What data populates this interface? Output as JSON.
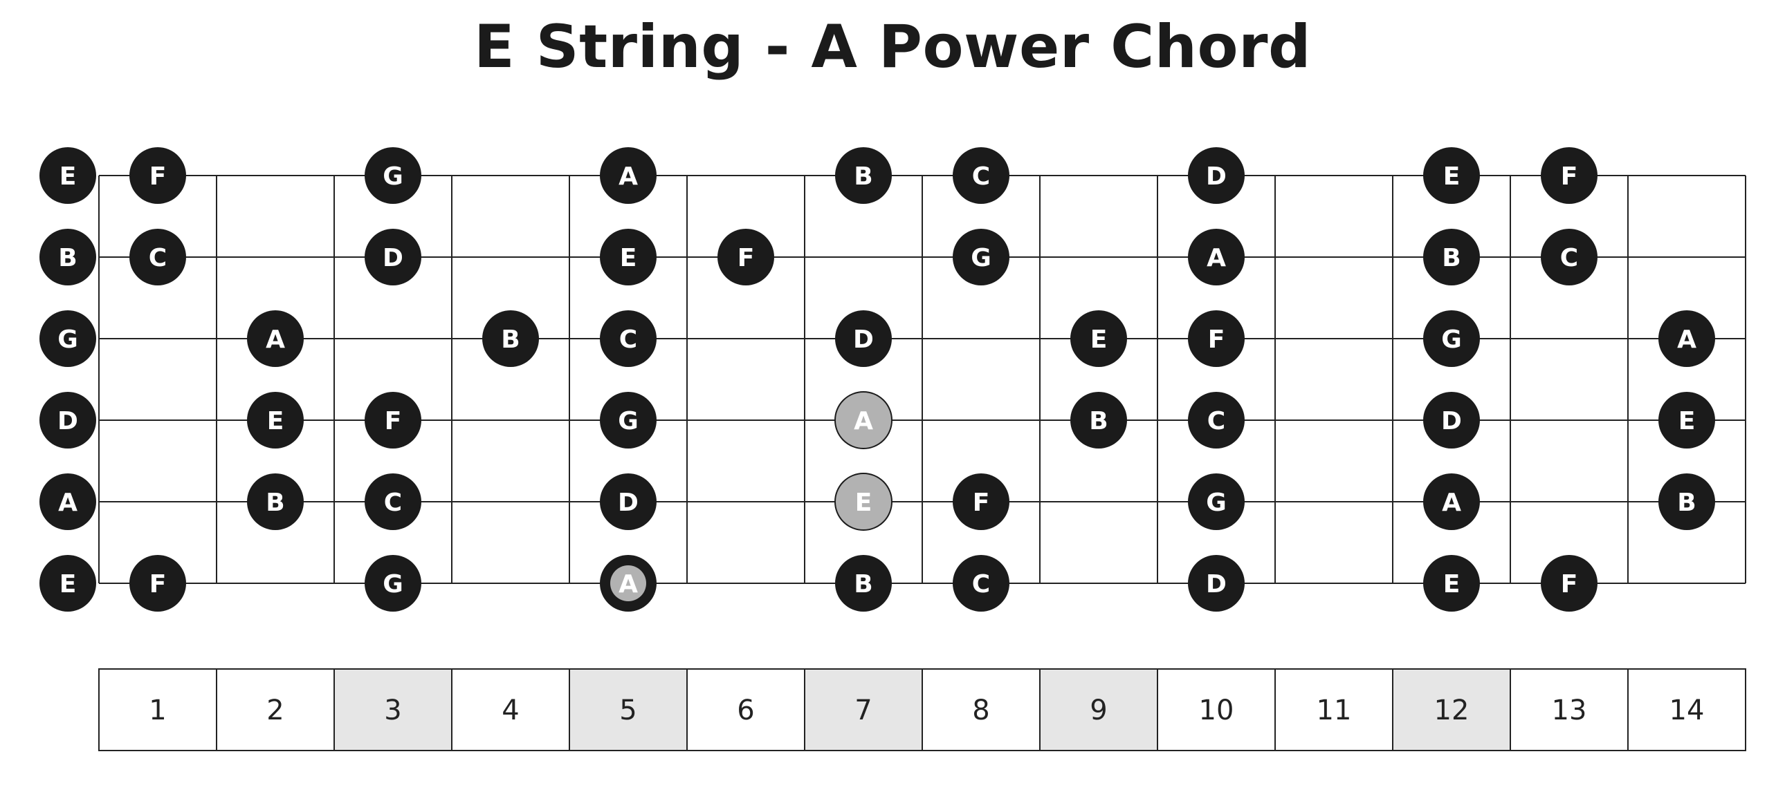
{
  "title": "E String - A Power Chord",
  "frets": 14,
  "string_count": 6,
  "open_notes": [
    "E",
    "B",
    "G",
    "D",
    "A",
    "E"
  ],
  "notes": [
    {
      "s": 0,
      "f": 1,
      "n": "F"
    },
    {
      "s": 0,
      "f": 3,
      "n": "G"
    },
    {
      "s": 0,
      "f": 5,
      "n": "A"
    },
    {
      "s": 0,
      "f": 7,
      "n": "B"
    },
    {
      "s": 0,
      "f": 8,
      "n": "C"
    },
    {
      "s": 0,
      "f": 10,
      "n": "D"
    },
    {
      "s": 0,
      "f": 12,
      "n": "E"
    },
    {
      "s": 0,
      "f": 13,
      "n": "F"
    },
    {
      "s": 1,
      "f": 1,
      "n": "C"
    },
    {
      "s": 1,
      "f": 3,
      "n": "D"
    },
    {
      "s": 1,
      "f": 5,
      "n": "E"
    },
    {
      "s": 1,
      "f": 6,
      "n": "F"
    },
    {
      "s": 1,
      "f": 8,
      "n": "G"
    },
    {
      "s": 1,
      "f": 10,
      "n": "A"
    },
    {
      "s": 1,
      "f": 12,
      "n": "B"
    },
    {
      "s": 1,
      "f": 13,
      "n": "C"
    },
    {
      "s": 2,
      "f": 2,
      "n": "A"
    },
    {
      "s": 2,
      "f": 4,
      "n": "B"
    },
    {
      "s": 2,
      "f": 5,
      "n": "C"
    },
    {
      "s": 2,
      "f": 7,
      "n": "D"
    },
    {
      "s": 2,
      "f": 9,
      "n": "E"
    },
    {
      "s": 2,
      "f": 10,
      "n": "F"
    },
    {
      "s": 2,
      "f": 12,
      "n": "G"
    },
    {
      "s": 2,
      "f": 14,
      "n": "A"
    },
    {
      "s": 3,
      "f": 2,
      "n": "E"
    },
    {
      "s": 3,
      "f": 3,
      "n": "F"
    },
    {
      "s": 3,
      "f": 5,
      "n": "G"
    },
    {
      "s": 3,
      "f": 7,
      "n": "A",
      "hl": "gray"
    },
    {
      "s": 3,
      "f": 9,
      "n": "B"
    },
    {
      "s": 3,
      "f": 10,
      "n": "C"
    },
    {
      "s": 3,
      "f": 12,
      "n": "D"
    },
    {
      "s": 3,
      "f": 14,
      "n": "E"
    },
    {
      "s": 4,
      "f": 2,
      "n": "B"
    },
    {
      "s": 4,
      "f": 3,
      "n": "C"
    },
    {
      "s": 4,
      "f": 5,
      "n": "D"
    },
    {
      "s": 4,
      "f": 7,
      "n": "E",
      "hl": "gray"
    },
    {
      "s": 4,
      "f": 8,
      "n": "F"
    },
    {
      "s": 4,
      "f": 10,
      "n": "G"
    },
    {
      "s": 4,
      "f": 12,
      "n": "A"
    },
    {
      "s": 4,
      "f": 14,
      "n": "B"
    },
    {
      "s": 5,
      "f": 1,
      "n": "F"
    },
    {
      "s": 5,
      "f": 3,
      "n": "G"
    },
    {
      "s": 5,
      "f": 5,
      "n": "A",
      "hl": "root"
    },
    {
      "s": 5,
      "f": 7,
      "n": "B"
    },
    {
      "s": 5,
      "f": 8,
      "n": "C"
    },
    {
      "s": 5,
      "f": 10,
      "n": "D"
    },
    {
      "s": 5,
      "f": 12,
      "n": "E"
    },
    {
      "s": 5,
      "f": 13,
      "n": "F"
    }
  ],
  "fret_labels": [
    "1",
    "2",
    "3",
    "4",
    "5",
    "6",
    "7",
    "8",
    "9",
    "10",
    "11",
    "12",
    "13",
    "14"
  ],
  "marker_frets": [
    3,
    5,
    7,
    9,
    12
  ],
  "colors": {
    "note_fill": "#1b1b1b",
    "note_text": "#ffffff",
    "highlight_fill": "#b2b2b2",
    "marker_cell": "#e6e6e6",
    "line": "#222222"
  }
}
